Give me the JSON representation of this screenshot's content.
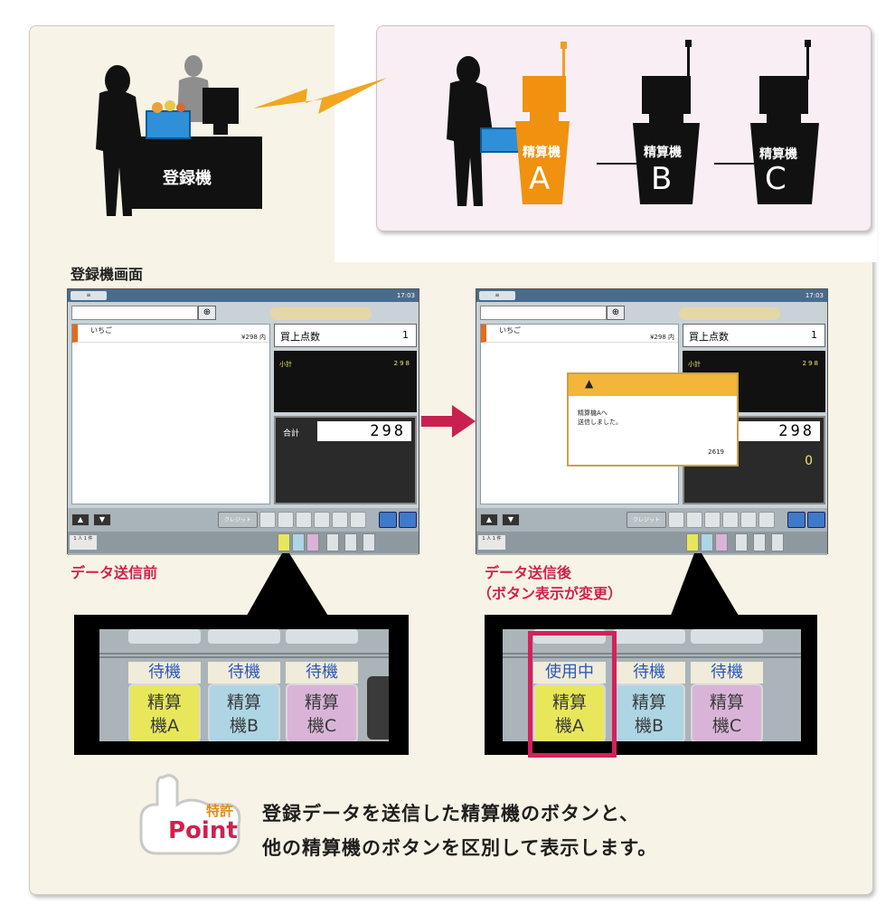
{
  "top_left": {
    "register_label": "登録機"
  },
  "top_right": {
    "settlers": [
      {
        "line1": "精算機",
        "letter": "A",
        "color": "#f0910f"
      },
      {
        "line1": "精算機",
        "letter": "B",
        "color": "#111111"
      },
      {
        "line1": "精算機",
        "letter": "C",
        "color": "#111111"
      }
    ]
  },
  "section_title": "登録機画面",
  "screen": {
    "item_name": "いちご",
    "item_price": "¥298 内",
    "count_label": "買上点数",
    "count_value": "1",
    "subtotal_label": "小計",
    "subtotal_value": "298",
    "total_label": "合計",
    "total_value": "298",
    "change_value": "0",
    "credit_label": "クレジット",
    "zoom_symbol": "⊕",
    "arrow_up": "▲",
    "arrow_down": "▼",
    "status_left": "1 人 1 件"
  },
  "dialog": {
    "warn_icon": "▲",
    "message": "精算機Aへ\n送信しました。",
    "code": "2619"
  },
  "captions": {
    "before": "データ送信前",
    "after_line1": "データ送信後",
    "after_line2": "（ボタン表示が変更）"
  },
  "zoom_before": {
    "buttons": [
      {
        "status": "待機",
        "l1": "精算",
        "l2": "機A"
      },
      {
        "status": "待機",
        "l1": "精算",
        "l2": "機B"
      },
      {
        "status": "待機",
        "l1": "精算",
        "l2": "機C"
      }
    ]
  },
  "zoom_after": {
    "buttons": [
      {
        "status": "使用中",
        "l1": "精算",
        "l2": "機A"
      },
      {
        "status": "待機",
        "l1": "精算",
        "l2": "機B"
      },
      {
        "status": "待機",
        "l1": "精算",
        "l2": "機C"
      }
    ]
  },
  "badge": {
    "top": "特許",
    "bottom": "Point"
  },
  "description": {
    "line1": "登録データを送信した精算機のボタンと、",
    "line2": "他の精算機のボタンを区別して表示します。"
  },
  "colors": {
    "accent_red": "#d0214f",
    "settler_a": "#f0910f",
    "beige_bg": "#f7f3e6",
    "pink_bg": "#f8eef3"
  }
}
